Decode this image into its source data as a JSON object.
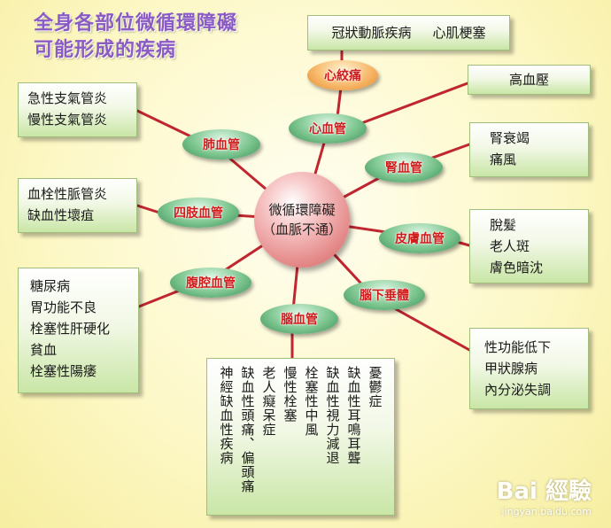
{
  "title": [
    "全身各部位微循環障礙",
    "可能形成的疾病"
  ],
  "center": {
    "line1": "微循環障礙",
    "line2": "（血脈不通）"
  },
  "nodes": {
    "heart": "心血管",
    "angina": "心絞痛",
    "lung": "肺血管",
    "kidney": "腎血管",
    "limbs": "四肢血管",
    "skin": "皮膚血管",
    "abdomen": "腹腔血管",
    "pituitary": "腦下垂體",
    "brain": "腦血管"
  },
  "boxes": {
    "coronary": [
      "冠狀動脈疾病",
      "心肌梗塞"
    ],
    "hypertension": [
      "高血壓"
    ],
    "bronchitis": [
      "急性支氣管炎",
      "慢性支氣管炎"
    ],
    "kidney": [
      "腎衰竭",
      "痛風"
    ],
    "limbs": [
      "血栓性脈管炎",
      "缺血性壞疽"
    ],
    "skin": [
      "脫髮",
      "老人斑",
      "膚色暗沈"
    ],
    "abdomen": [
      "糖尿病",
      "胃功能不良",
      "栓塞性肝硬化",
      "貧血",
      "栓塞性陽痿"
    ],
    "pituitary": [
      "性功能低下",
      "甲狀腺病",
      "內分泌失調"
    ],
    "brain": [
      "憂鬱症",
      "缺血性耳鳴耳聾",
      "缺血性視力減退",
      "栓塞性中風",
      "慢性栓塞",
      "老人癡呆症",
      "缺血性頭痛、偏頭痛",
      "神經缺血性疾病"
    ]
  },
  "watermark": {
    "logo": "Bai 經驗",
    "url": "jingyan.baidu.com"
  },
  "colors": {
    "line": "#c0262f",
    "title": "#8a5bc4",
    "node_text": "#d01b1b"
  }
}
